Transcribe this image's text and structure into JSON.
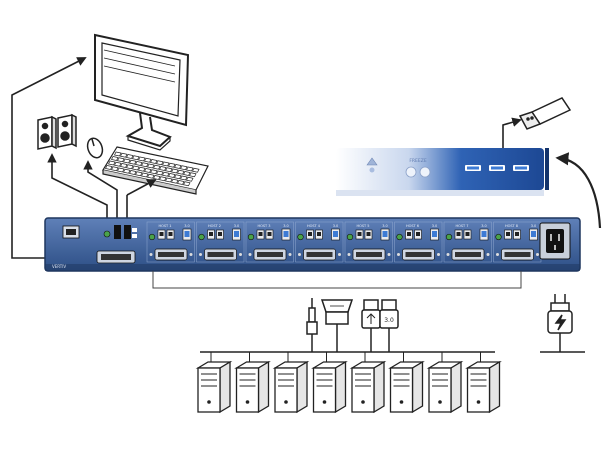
{
  "panel": {
    "brand": "VERTIV",
    "channel_count": 8,
    "port_labels": {
      "host_tag": "HOST",
      "usb_tag": "3.0"
    }
  },
  "front_panel": {
    "center_label": "FREEZE",
    "usb_port_count": 3
  },
  "connectors": {
    "usb_tag": "3.0",
    "power_symbol": "lightning-icon"
  },
  "computers": {
    "count": 8
  },
  "colors": {
    "panel_blue": "#3a5e9a",
    "panel_dark": "#243f6e",
    "front_blue": "#1f4fa0",
    "usb_blue": "#3d7bd4",
    "line": "#222222"
  }
}
